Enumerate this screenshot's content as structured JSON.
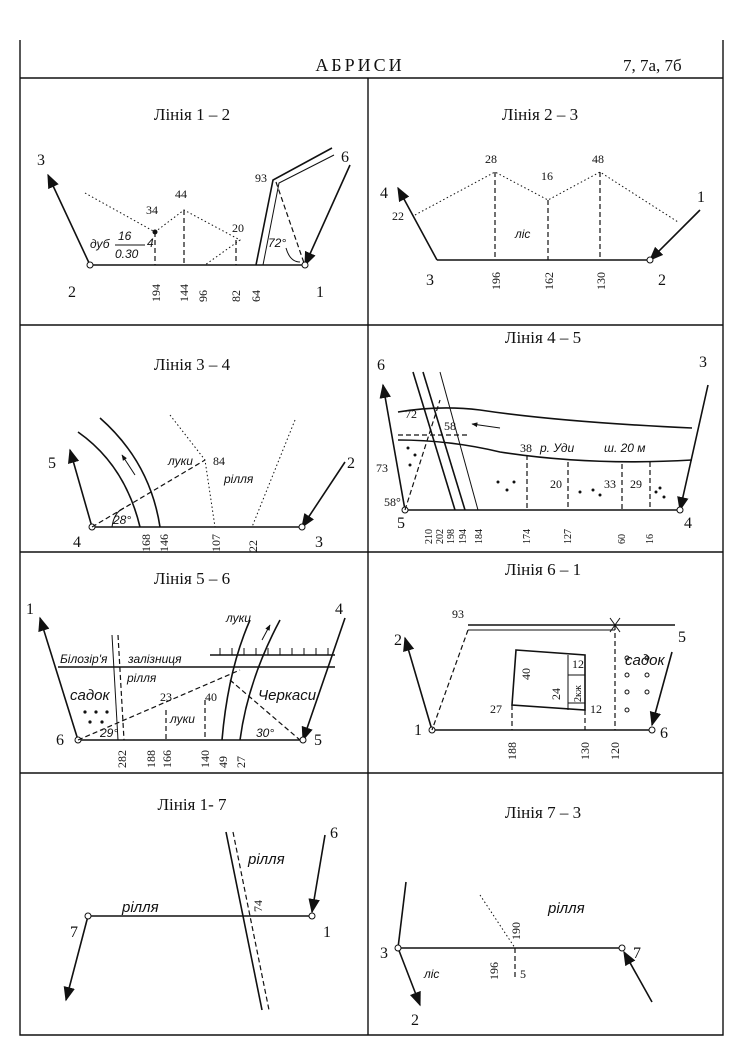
{
  "header": {
    "title": "АБРИСИ",
    "refs": "7, 7а, 7б"
  },
  "panels": [
    {
      "title": "Лінія 1 – 2",
      "points": [
        "3",
        "6",
        "2",
        "1"
      ],
      "offsets": [
        "34",
        "44",
        "20",
        "93"
      ],
      "chainage": [
        "194",
        "144",
        "96",
        "82",
        "64"
      ],
      "labels": {
        "oak": "дуб",
        "num": "16",
        "den": "0.30",
        "n4": "4",
        "angle": "72°"
      }
    },
    {
      "title": "Лінія 2 – 3",
      "points": [
        "4",
        "1",
        "3",
        "2"
      ],
      "offsets": [
        "22",
        "28",
        "16",
        "48"
      ],
      "chainage": [
        "196",
        "162",
        "130"
      ],
      "labels": {
        "forest": "ліс"
      }
    },
    {
      "title": "Лінія 3 – 4",
      "points": [
        "5",
        "2",
        "4",
        "3"
      ],
      "offsets": [
        "84"
      ],
      "chainage": [
        "168",
        "146",
        "107",
        "22"
      ],
      "labels": {
        "meadow": "луки",
        "field": "рілля",
        "angle": "28°"
      }
    },
    {
      "title": "Лінія 4 – 5",
      "points": [
        "6",
        "3",
        "5",
        "4"
      ],
      "offsets": [
        "72",
        "58",
        "73",
        "58°",
        "38",
        "20",
        "33",
        "29"
      ],
      "chainage": [
        "210",
        "202",
        "198",
        "194",
        "184",
        "174",
        "127",
        "60",
        "16"
      ],
      "labels": {
        "river": "р. Уди",
        "width": "ш. 20 м"
      }
    },
    {
      "title": "Лінія 5 – 6",
      "points": [
        "1",
        "4",
        "6",
        "5"
      ],
      "offsets": [
        "23",
        "40"
      ],
      "chainage": [
        "282",
        "188",
        "166",
        "140",
        "49",
        "27"
      ],
      "labels": {
        "village": "Білозір'я",
        "railway": "залізниця",
        "field": "рілля",
        "garden": "садок",
        "meadow1": "луки",
        "meadow2": "луки",
        "city": "Черкаси",
        "angle1": "29°",
        "angle2": "30°"
      }
    },
    {
      "title": "Лінія 6 – 1",
      "points": [
        "2",
        "5",
        "1",
        "6"
      ],
      "offsets": [
        "93",
        "40",
        "12",
        "24",
        "27",
        "12"
      ],
      "chainage": [
        "188",
        "130",
        "120"
      ],
      "labels": {
        "garden": "садок",
        "house": "2кж"
      }
    },
    {
      "title": "Лінія 1- 7",
      "points": [
        "6",
        "7",
        "1"
      ],
      "offsets": [],
      "chainage": [
        "74"
      ],
      "labels": {
        "field1": "рілля",
        "field2": "рілля"
      }
    },
    {
      "title": "Лінія 7 – 3",
      "points": [
        "3",
        "7",
        "2"
      ],
      "offsets": [],
      "chainage": [
        "196",
        "190",
        "5"
      ],
      "labels": {
        "field": "рілля",
        "forest": "ліс"
      }
    }
  ]
}
